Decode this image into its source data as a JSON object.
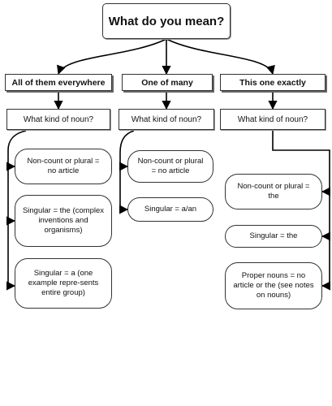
{
  "root": {
    "label": "What do you mean?"
  },
  "categories": [
    {
      "label": "All of them everywhere"
    },
    {
      "label": "One of many"
    },
    {
      "label": "This one exactly"
    }
  ],
  "question_label": "What kind of noun?",
  "answers": {
    "all": [
      {
        "label": "Non-count or plural = no article"
      },
      {
        "label": "Singular = the (complex inventions and organisms)"
      },
      {
        "label": "Singular = a (one example repre-sents entire group)"
      }
    ],
    "one": [
      {
        "label": "Non-count or plural = no article"
      },
      {
        "label": "Singular = a/an"
      }
    ],
    "exact": [
      {
        "label": "Non-count or plural = the"
      },
      {
        "label": "Singular = the"
      },
      {
        "label": "Proper nouns = no article or the (see notes on nouns)"
      }
    ]
  }
}
